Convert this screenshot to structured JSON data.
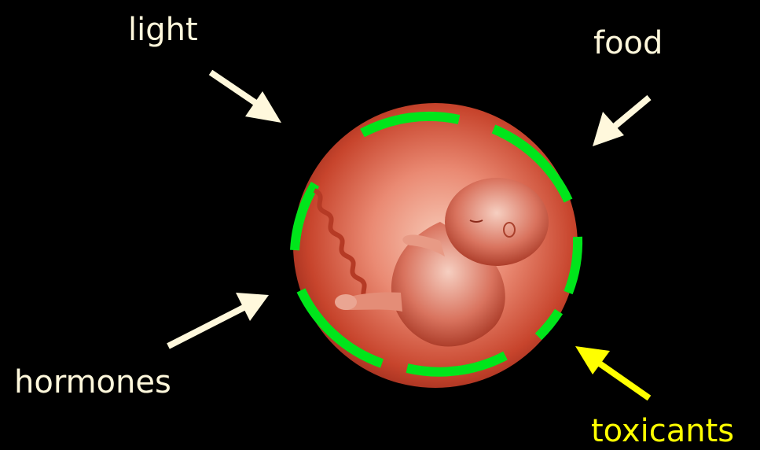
{
  "labels": {
    "light": "light",
    "food": "food",
    "hormones": "hormones",
    "toxicants": "toxicants"
  },
  "colors": {
    "background": "#000000",
    "label_text": "#fff8dc",
    "toxicants_text": "#ffff00",
    "arrow": "#fff8dc",
    "toxicants_arrow": "#ffff00",
    "membrane": "#00e51b",
    "womb_light": "#f2a58f",
    "womb_dark": "#b5311e"
  },
  "icons": {
    "center": "fetus-in-womb-icon"
  }
}
